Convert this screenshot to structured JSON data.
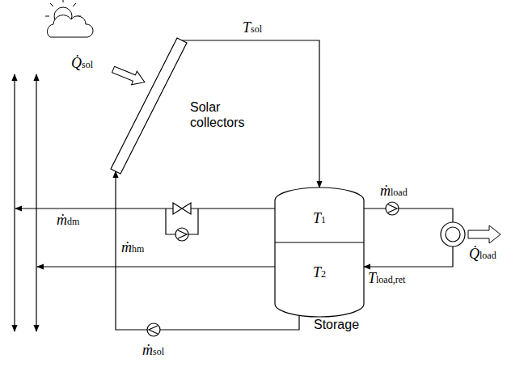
{
  "diagram": {
    "nodes": [
      {
        "text": [
          "Solar collectors"
        ]
      },
      {
        "text": [
          "Storage"
        ]
      },
      {
        "text": [
          "T1"
        ],
        "in": 1
      },
      {
        "text": [
          "T2"
        ],
        "in": 1
      }
    ],
    "edges": [
      {
        "from": 0,
        "to": 1,
        "arrow": "to"
      },
      {
        "from": 1,
        "to": 0,
        "arrow": "to"
      },
      {
        "from": 2,
        "to": 3,
        "arrow": "to"
      }
    ],
    "labels": [
      "Q̇sol",
      "Tsol",
      "ṁdm",
      "ṁhm",
      "ṁload",
      "Q̇load",
      "Tload,ret",
      "ṁsol"
    ]
  }
}
